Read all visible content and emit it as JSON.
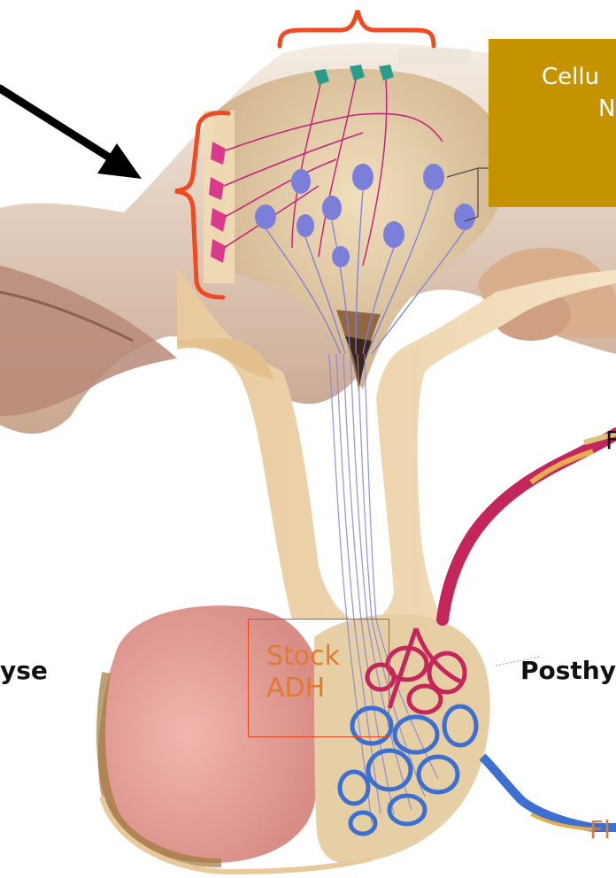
{
  "diagram": {
    "cellular_box": {
      "line1": "Cellu",
      "line2": "N"
    },
    "stock_box": {
      "line1": "Stock",
      "line2": "ADH"
    },
    "label_left": "yse",
    "label_right": "Posthy",
    "label_right_mid": "F",
    "label_bottom_right": "Fl",
    "colors": {
      "gold": "#c59300",
      "bracket": "#f04a22",
      "stock_text": "#e07a32",
      "tissue": "#edd3a7",
      "posterior_lobe": "#e6a9a1",
      "artery": "#c4265c",
      "vein": "#3d6fd1",
      "neuron": "#7b7fd9",
      "neuron_pink": "#d93a8e",
      "neuron_teal": "#2a9c8a"
    }
  }
}
